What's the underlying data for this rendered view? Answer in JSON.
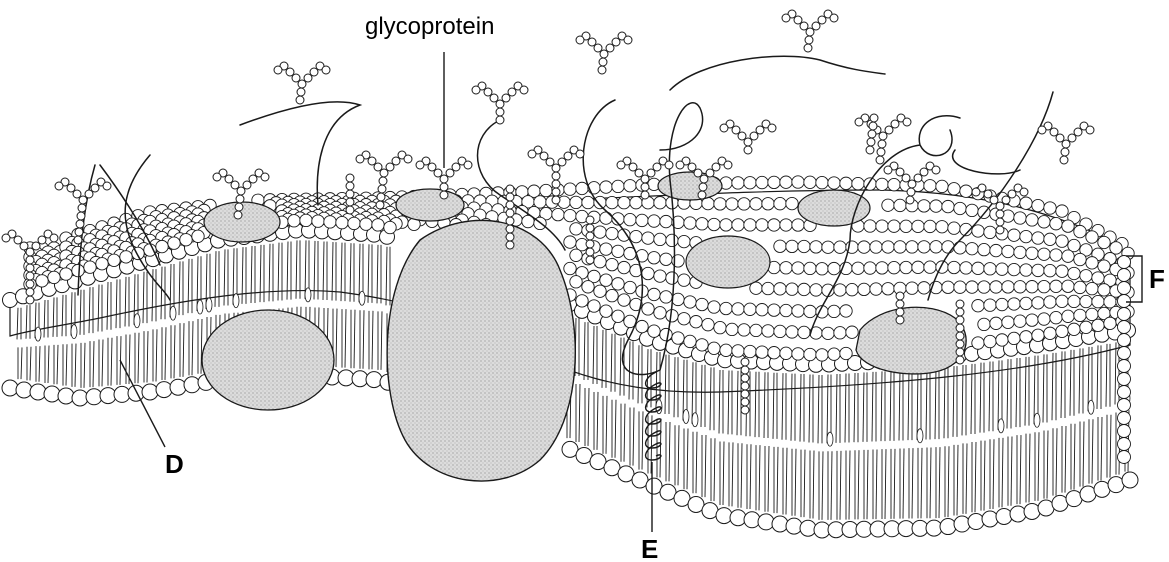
{
  "diagram": {
    "labels": {
      "glycoprotein": "glycoprotein",
      "d": "D",
      "e": "E",
      "f": "F"
    }
  },
  "colors": {
    "background": "#ffffff",
    "line": "#1a1a1a",
    "head_fill": "#ffffff",
    "protein_fill": "#d7d7d7",
    "protein_shade": "#9e9e9e"
  }
}
